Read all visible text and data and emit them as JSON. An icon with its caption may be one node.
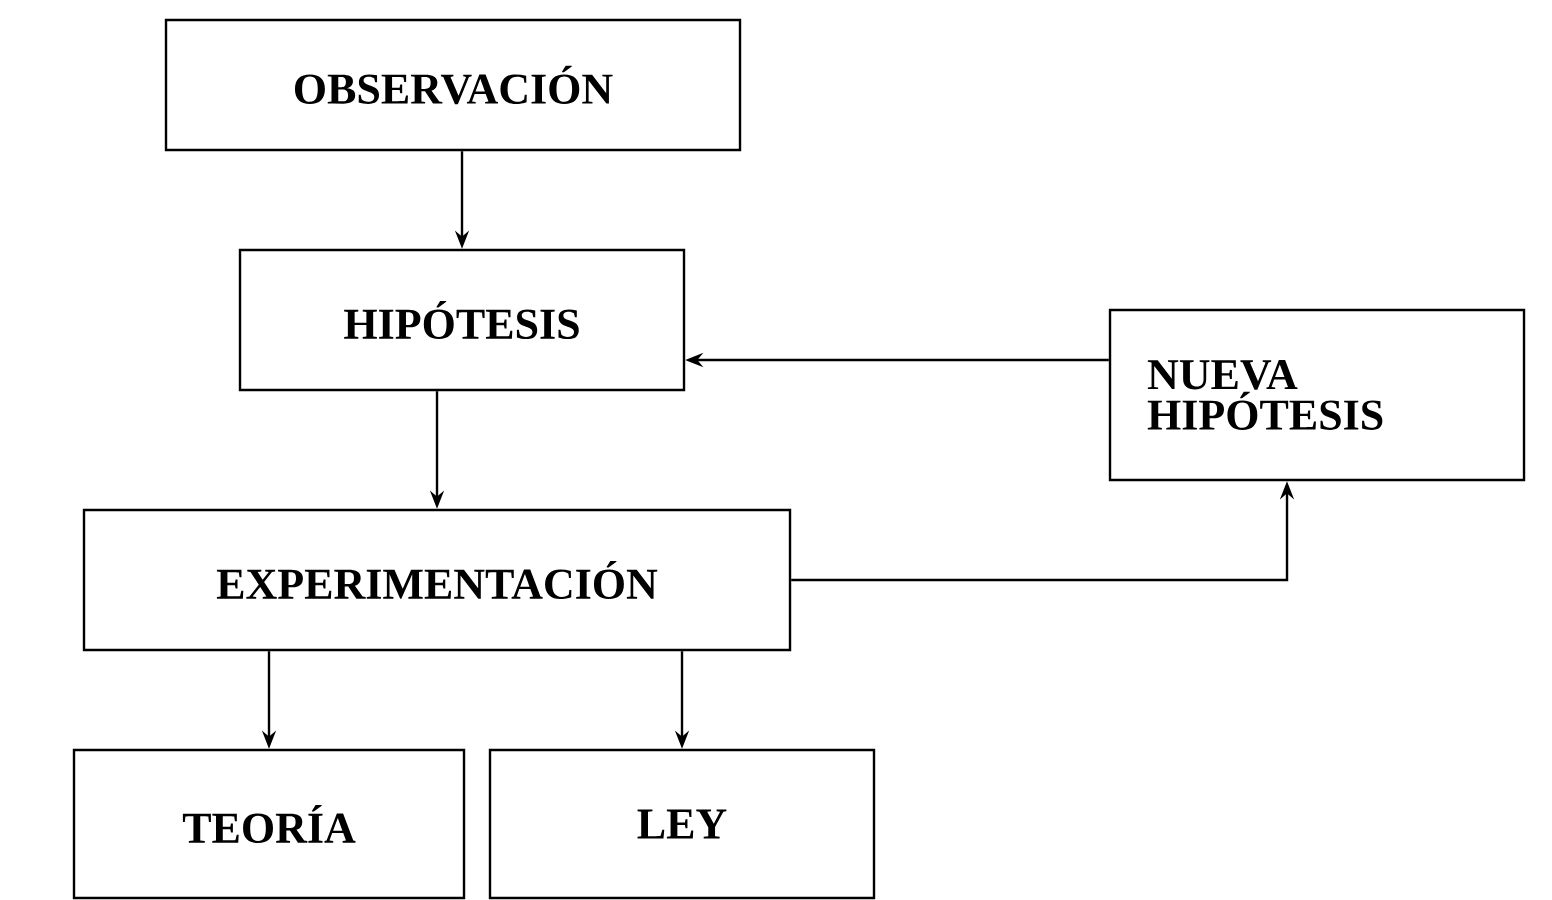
{
  "diagram": {
    "nodes": [
      {
        "text": [
          "OBSERVACIÓN"
        ]
      },
      {
        "text": [
          "HIPÓTESIS"
        ]
      },
      {
        "text": [
          "NUEVA HIPÓTESIS"
        ]
      },
      {
        "text": [
          "EXPERIMENTACIÓN"
        ]
      },
      {
        "text": [
          "TEORÍA"
        ]
      },
      {
        "text": [
          "LEY"
        ]
      }
    ],
    "edges": [
      {
        "from": 0,
        "to": 1,
        "arrow": "to"
      },
      {
        "from": 1,
        "to": 3,
        "arrow": "to"
      },
      {
        "from": 3,
        "to": 2,
        "arrow": "to"
      },
      {
        "from": 2,
        "to": 1,
        "arrow": "to"
      },
      {
        "from": 3,
        "to": 4,
        "arrow": "to"
      },
      {
        "from": 3,
        "to": 5,
        "arrow": "to"
      }
    ]
  }
}
